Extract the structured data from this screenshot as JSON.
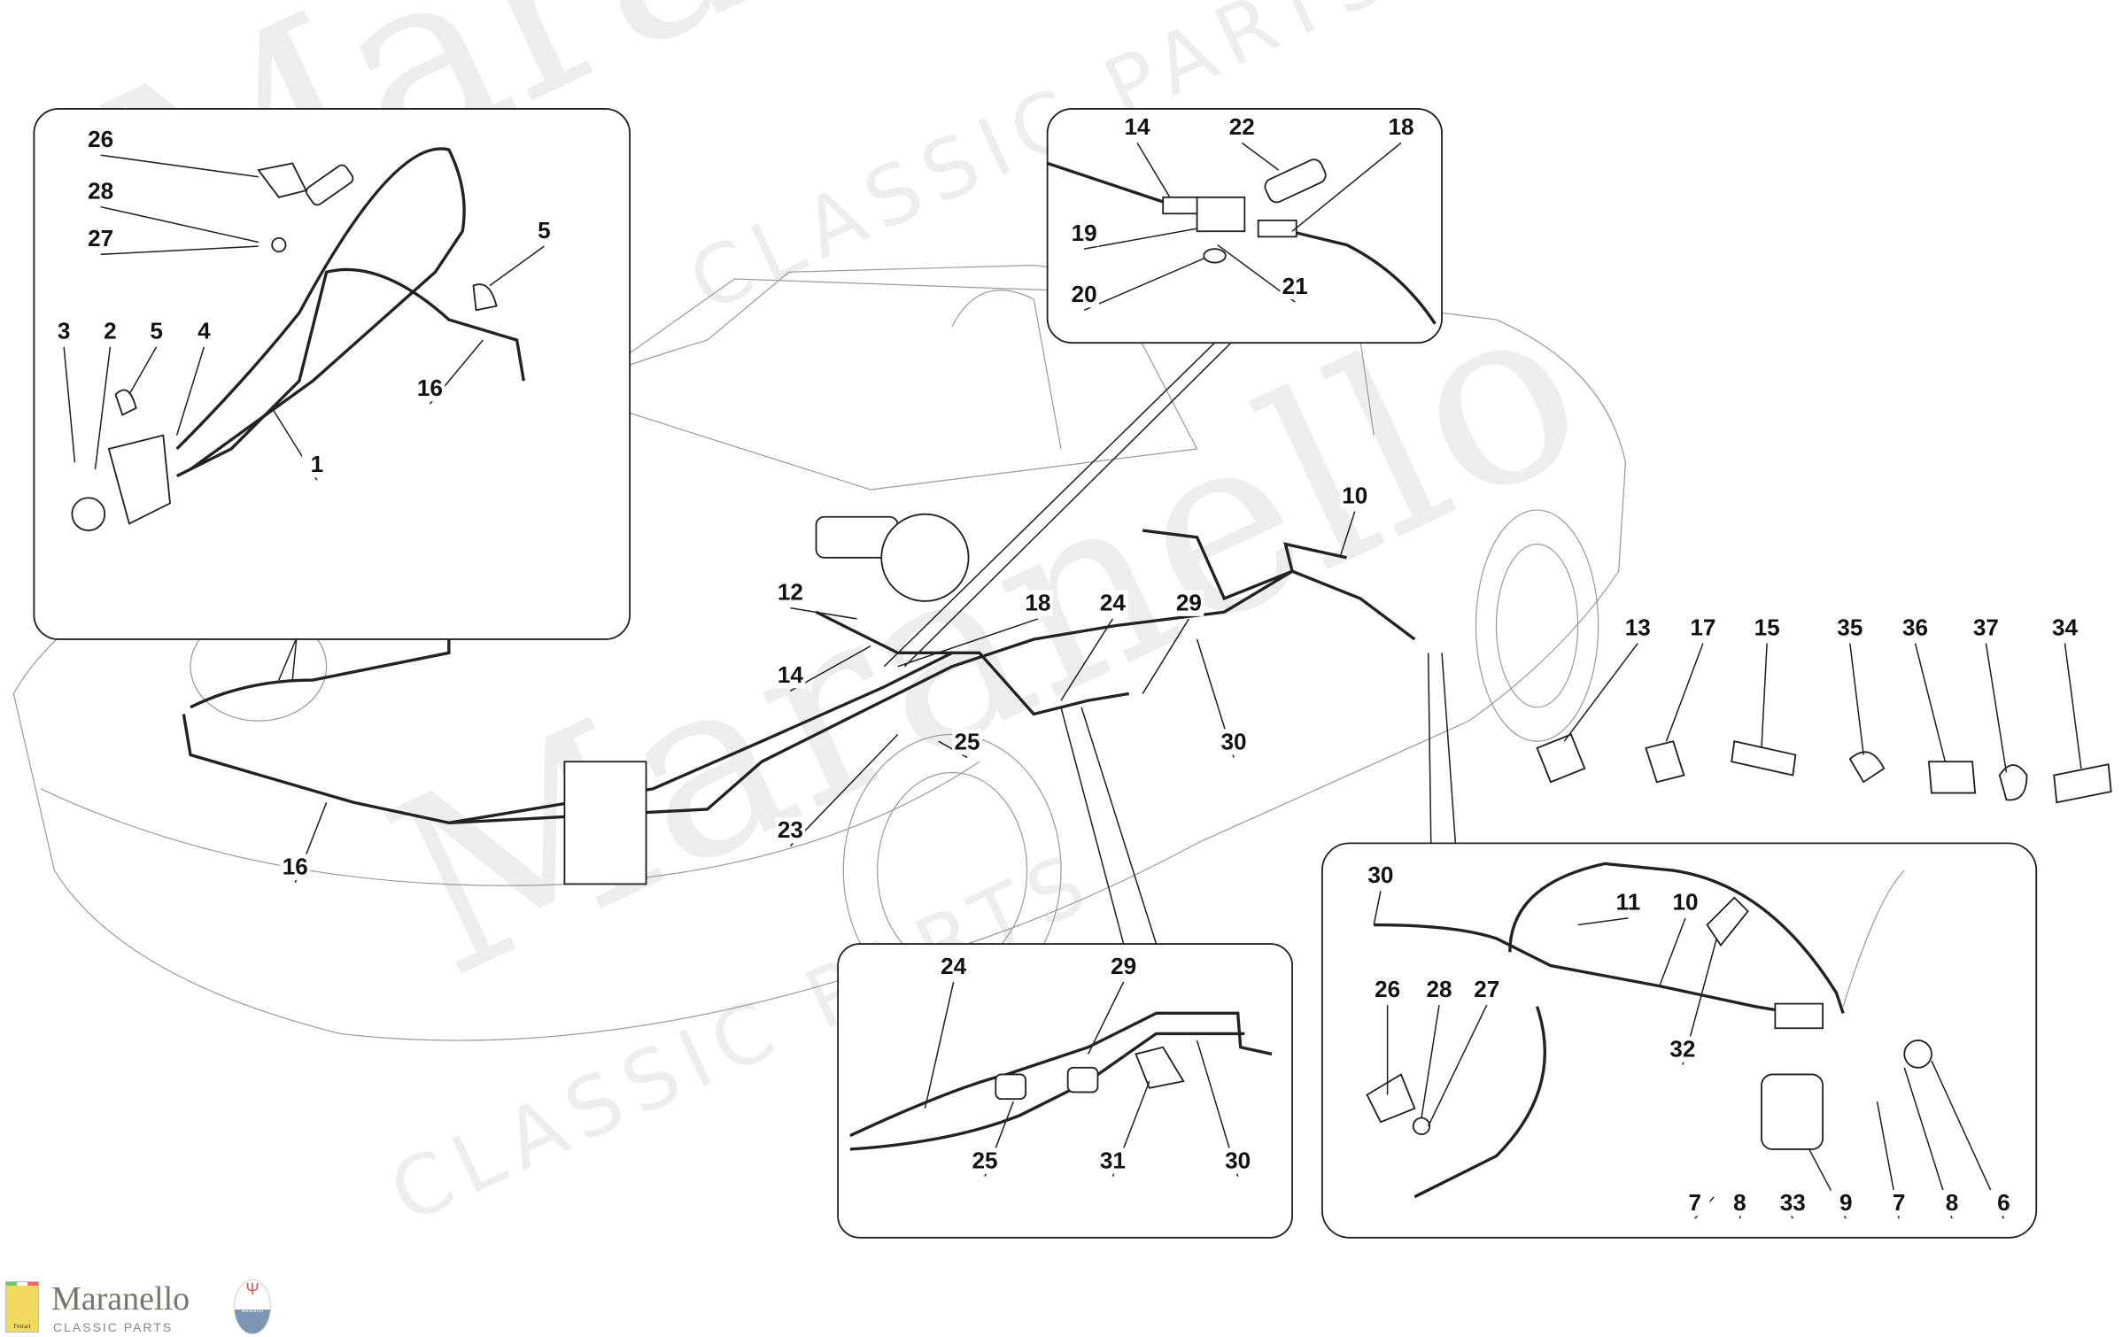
{
  "diagram": {
    "title": "Brake system parts diagram",
    "callouts": [
      "26",
      "28",
      "27",
      "5",
      "16",
      "3",
      "2",
      "5",
      "4",
      "1",
      "14",
      "22",
      "18",
      "19",
      "20",
      "21",
      "10",
      "12",
      "18",
      "24",
      "29",
      "14",
      "25",
      "30",
      "23",
      "16",
      "13",
      "17",
      "15",
      "35",
      "36",
      "37",
      "34",
      "24",
      "29",
      "25",
      "31",
      "30",
      "30",
      "11",
      "10",
      "26",
      "28",
      "27",
      "32",
      "7",
      "8",
      "33",
      "9",
      "7",
      "8",
      "6"
    ]
  },
  "watermark": {
    "brand": "Maranello",
    "sub": "CLASSIC PARTS"
  },
  "logo": {
    "brand": "Maranello",
    "sub": "CLASSIC PARTS",
    "ferrari": "Ferrari",
    "maserati": "MASERATI"
  },
  "colors": {
    "line": "#222222",
    "car": "#9a9a9a",
    "logo_text": "#7a7568",
    "maserati_red": "#e05050"
  }
}
